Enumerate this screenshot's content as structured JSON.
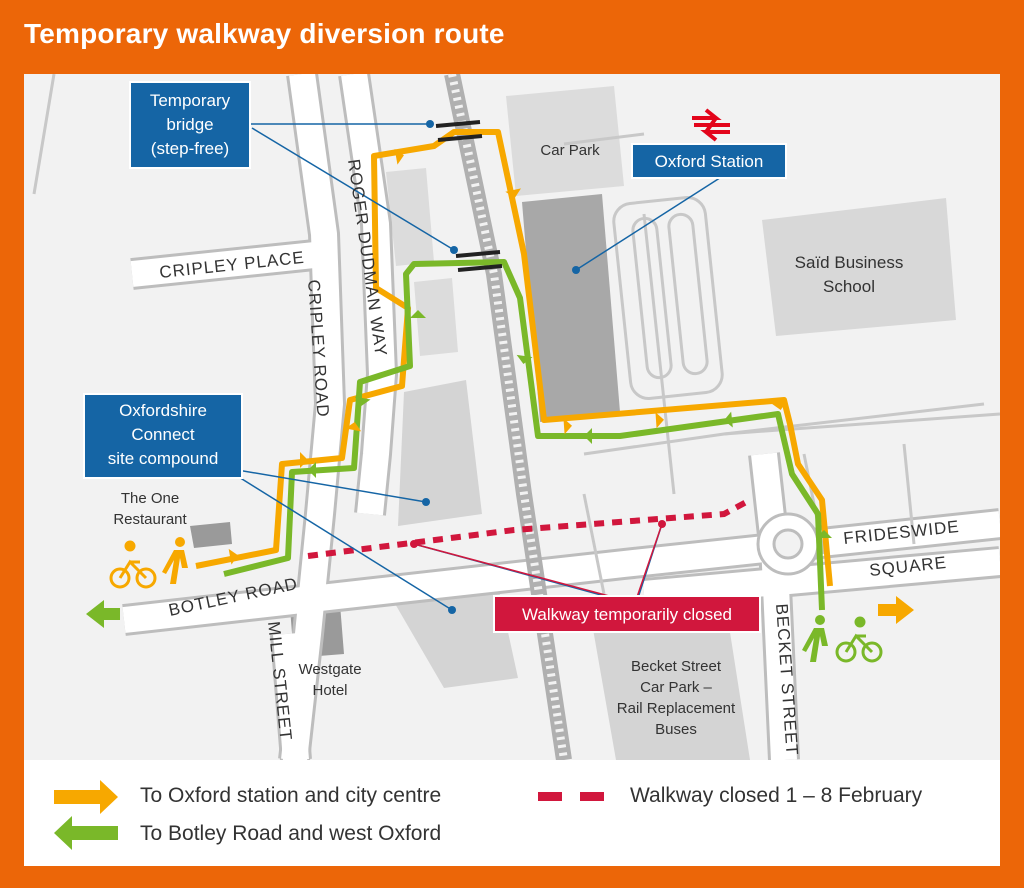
{
  "title": "Temporary walkway diversion route",
  "labels": {
    "temporary_bridge": [
      "Temporary",
      "bridge",
      "(step-free)"
    ],
    "oxford_station": "Oxford Station",
    "compound": [
      "Oxfordshire",
      "Connect",
      "site compound"
    ],
    "walkway_closed": "Walkway temporarily closed"
  },
  "places": {
    "car_park": "Car Park",
    "said_business_school": [
      "Saïd Business",
      "School"
    ],
    "the_one_restaurant": [
      "The One",
      "Restaurant"
    ],
    "westgate_hotel": [
      "Westgate",
      "Hotel"
    ],
    "becket_street_car_park": [
      "Becket Street",
      "Car Park –",
      "Rail Replacement",
      "Buses"
    ]
  },
  "streets": {
    "cripley_place": "CRIPLEY PLACE",
    "cripley_road": "CRIPLEY ROAD",
    "roger_dudman_way": "ROGER DUDMAN WAY",
    "botley_road": "BOTLEY ROAD",
    "mill_street": "MILL STREET",
    "becket_street": "BECKET STREET",
    "frideswide": "FRIDESWIDE",
    "square": "SQUARE"
  },
  "icons": [
    "national-rail-icon",
    "pedestrian-icon",
    "cyclist-icon",
    "direction-arrow-icon"
  ],
  "colors": {
    "orange_frame": "#ec6608",
    "route_to_city": "#f7a800",
    "route_to_west": "#7ab829",
    "closed_walkway": "#d1173d",
    "callout_blue": "#1565a5",
    "rail_red": "#e3051b"
  },
  "legend": {
    "to_city": "To Oxford station and city centre",
    "to_west": "To Botley Road and west Oxford",
    "closed": "Walkway closed 1 – 8 February"
  }
}
